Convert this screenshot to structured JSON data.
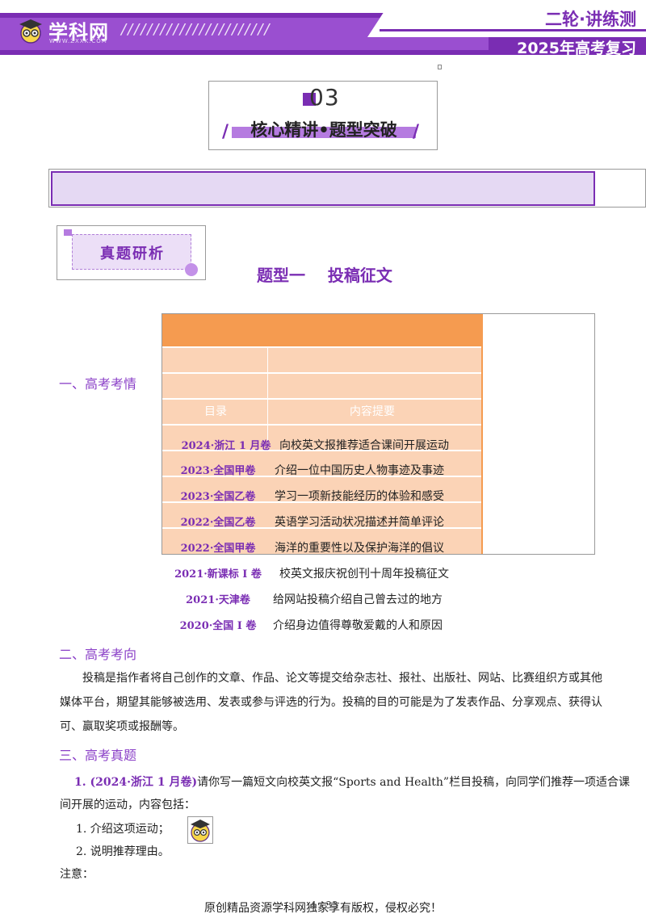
{
  "header": {
    "brand": "学科网",
    "brand_url": "WWW.ZXXK.COM",
    "slashes": "///////////////////////",
    "series": "二轮·讲练测",
    "year": "2025年高考复习"
  },
  "title_box": {
    "number": "03",
    "title": "核心精讲•题型突破"
  },
  "badge": {
    "label": "真题研析"
  },
  "section_title": "题型一    投稿征文",
  "headings": {
    "h1": "一、高考考情",
    "h2": "二、高考考向",
    "h3": "三、高考真题"
  },
  "table": {
    "col_catalog": "目录",
    "col_summary": "内容提要",
    "rows": [
      {
        "year": "2024·浙江 1 月卷",
        "desc": "向校英文报推荐适合课间开展运动"
      },
      {
        "year": "2023·全国甲卷",
        "desc": "介绍一位中国历史人物事迹及事迹"
      },
      {
        "year": "2023·全国乙卷",
        "desc": "学习一项新技能经历的体验和感受"
      },
      {
        "year": "2022·全国乙卷",
        "desc": "英语学习活动状况描述并简单评论"
      },
      {
        "year": "2022·全国甲卷",
        "desc": "海洋的重要性以及保护海洋的倡议"
      }
    ],
    "extra_rows": [
      {
        "year": "2021·新课标 I 卷",
        "desc": "校英文报庆祝创刊十周年投稿征文"
      },
      {
        "year": "2021·天津卷",
        "desc": "给网站投稿介绍自己曾去过的地方"
      },
      {
        "year": "2020·全国 I 卷",
        "desc": "介绍身边值得尊敬爱戴的人和原因"
      }
    ]
  },
  "trend_paragraph": "投稿是指作者将自己创作的文章、作品、论文等提交给杂志社、报社、出版社、网站、比赛组织方或其他媒体平台，期望其能够被选用、发表或参与评选的行为。投稿的目的可能是为了发表作品、分享观点、获得认可、赢取奖项或报酬等。",
  "question": {
    "number": "1. ",
    "source": "(2024·浙江 1 月卷)",
    "line1": "请你写一篇短文向校英文报“Sports and Health”栏目投稿，向同学们推荐一项适合课",
    "line2": "间开展的运动，内容包括：",
    "items": [
      "1. 介绍这项运动；",
      "2. 说明推荐理由。"
    ],
    "note": "注意："
  },
  "footer": {
    "text": "原创精品资源学科网独家享有版权，侵权必究！",
    "page": "4 / 33"
  },
  "colors": {
    "purple": "#7a2db3",
    "lavender": "#e5d9f3",
    "orange": "#f59b50",
    "peach": "#fbd3b6"
  }
}
